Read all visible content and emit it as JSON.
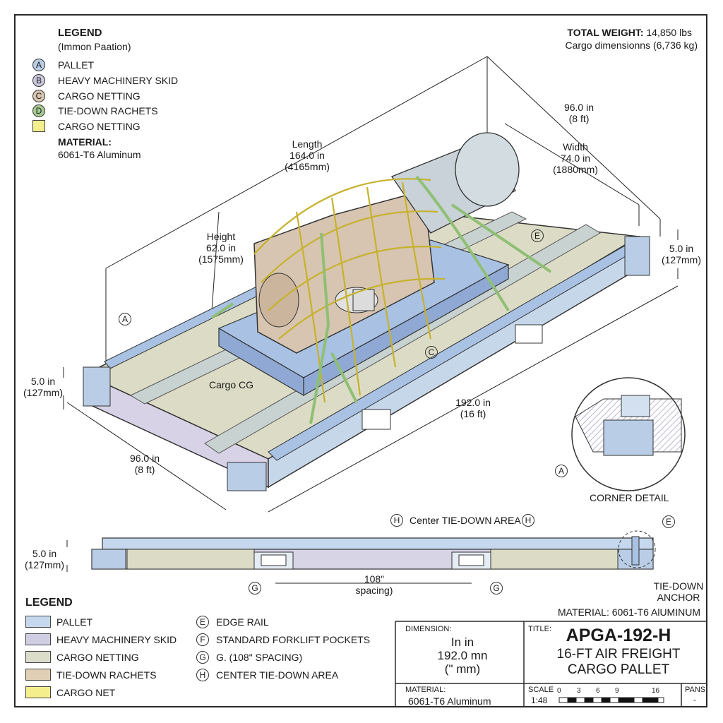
{
  "legend_top": {
    "title": "LEGEND",
    "subtitle": "(Immon Paation)",
    "items": [
      {
        "key": "A",
        "label": "PALLET",
        "color": "#b9cde6"
      },
      {
        "key": "B",
        "label": "HEAVY MACHINERY SKID",
        "color": "#c9c8dc"
      },
      {
        "key": "C",
        "label": "CARGO NETTING",
        "color": "#d7c5b1"
      },
      {
        "key": "D",
        "label": "TIE-DOWN RACHETS",
        "color": "#a8cc93"
      },
      {
        "key": "",
        "label": "CARGO NETTING",
        "color": "#f4ee8c"
      }
    ],
    "material_label": "MATERIAL:",
    "material_value": "6061-T6 Aluminum"
  },
  "weight": {
    "label": "TOTAL WEIGHT:",
    "value": "14,850 lbs",
    "dims": "Cargo dimensionns (6,736 kg)"
  },
  "dims": {
    "length": [
      "Length",
      "164.0 in",
      "(4165mm)"
    ],
    "height": [
      "Height",
      "62.0 in",
      "(1575mm)"
    ],
    "top_width": [
      "96.0 in",
      "(8 ft)"
    ],
    "width": [
      "Width",
      "74.0 in",
      "(1880mm)"
    ],
    "right_thk": [
      "5.0 in",
      "(127mm)"
    ],
    "left_thk": [
      "5.0 in",
      "(127mm)"
    ],
    "bottom_width": [
      "96.0 in",
      "(8 ft)"
    ],
    "pallet_length": [
      "192.0 in",
      "(16 ft)"
    ],
    "side_thk": [
      "5.0 in",
      "(127mm)"
    ],
    "spacing": [
      "108\"",
      "spacing)"
    ]
  },
  "callouts": {
    "A": "A",
    "C": "C",
    "E": "E",
    "G": "G",
    "H": "H",
    "cargo_cg": "Cargo CG",
    "corner_detail": "CORNER DETAIL",
    "center_area": "Center TIE-DOWN AREA",
    "tie_down_anchor": [
      "TIE-DOWN",
      "ANCHOR"
    ],
    "material_side": "MATERIAL: 6061-T6 AlUMINUM"
  },
  "legend_bottom": {
    "title": "LEGEND",
    "swatches": [
      {
        "label": "PALLET",
        "color": "#c5d8ee"
      },
      {
        "label": "HEAVY MACHINERY SKID",
        "color": "#cfcde2"
      },
      {
        "label": "CARGO NETTING",
        "color": "#dcdccb"
      },
      {
        "label": "TIE-DOWN RACHETS",
        "color": "#e0cfb5"
      },
      {
        "label": "CARGO NET",
        "color": "#f4ee8c"
      }
    ],
    "keyed": [
      {
        "key": "E",
        "label": "EDGE RAIL"
      },
      {
        "key": "F",
        "label": "STANDARD FORKLIFT POCKETS"
      },
      {
        "key": "G",
        "label": "G. (108\" SPACING)"
      },
      {
        "key": "H",
        "label": "CENTER TIE-DOWN AREA"
      }
    ]
  },
  "title_block": {
    "dimension_label": "DIMENSION:",
    "dimension_lines": [
      "In in",
      "192.0 mn",
      "(\" mm)"
    ],
    "title_label": "TITLE:",
    "part_no": "APGA-192-H",
    "title_lines": [
      "16-FT AIR FREIGHT",
      "CARGO PALLET"
    ],
    "material_label": "MATERIAL:",
    "material_value": "6061-T6 Aluminum",
    "scale_label": "SCALE",
    "scale_value": "1:48",
    "scale_ticks": [
      "0",
      "3",
      "6",
      "9",
      "16"
    ],
    "pans_label": "PANS",
    "pans_value": "-"
  }
}
